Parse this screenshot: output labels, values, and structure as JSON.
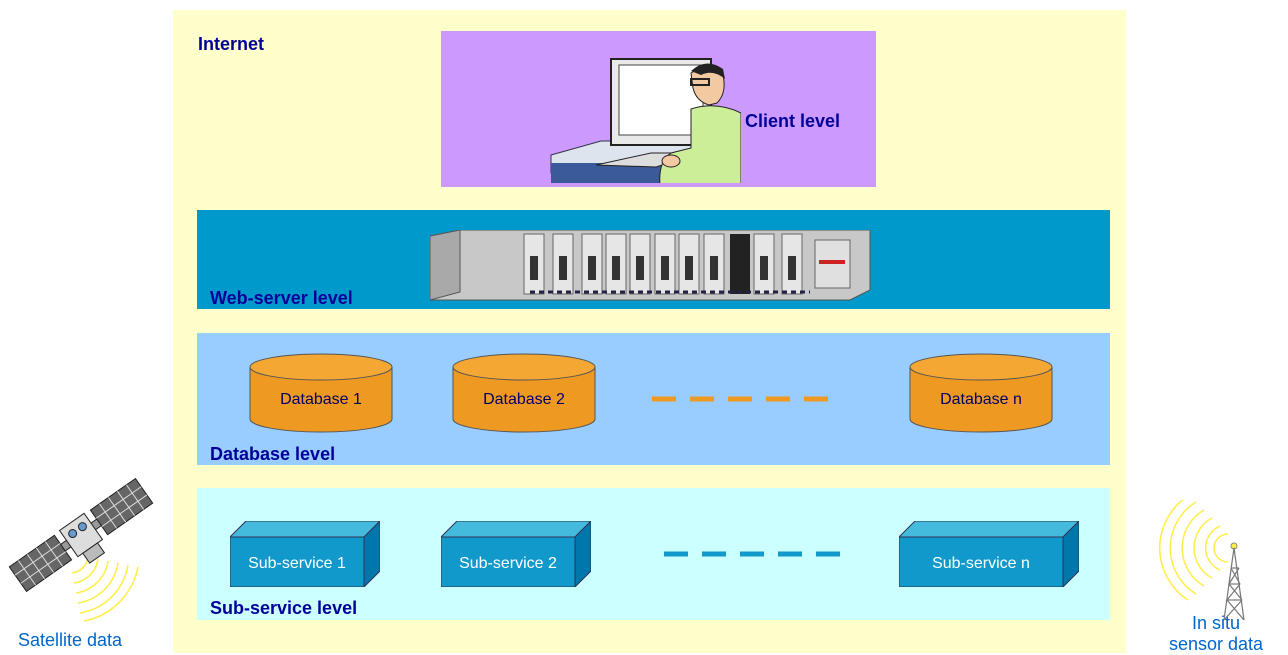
{
  "labels": {
    "internet": "Internet",
    "client_level": "Client level",
    "web_server_level": "Web-server level",
    "database_level": "Database level",
    "sub_service_level": "Sub-service level",
    "satellite_data": "Satellite data",
    "in_situ_line1": "In situ",
    "in_situ_line2": "sensor data"
  },
  "databases": [
    "Database 1",
    "Database 2",
    "Database n"
  ],
  "sub_services": [
    "Sub-service 1",
    "Sub-service 2",
    "Sub-service n"
  ],
  "colors": {
    "internet_bg": "#ffffcc",
    "client_bg": "#cc99ff",
    "web_server_bg": "#0099cc",
    "database_bg": "#99ccff",
    "sub_service_bg": "#ccffff",
    "cylinder": "#ee9922",
    "sub_service_box": "#1199cc",
    "signal": "#ffee44",
    "caption_text": "#0066cc",
    "label_text": "#000099"
  },
  "icons": [
    "person-at-computer-icon",
    "rack-server-icon",
    "satellite-icon",
    "antenna-tower-icon"
  ]
}
